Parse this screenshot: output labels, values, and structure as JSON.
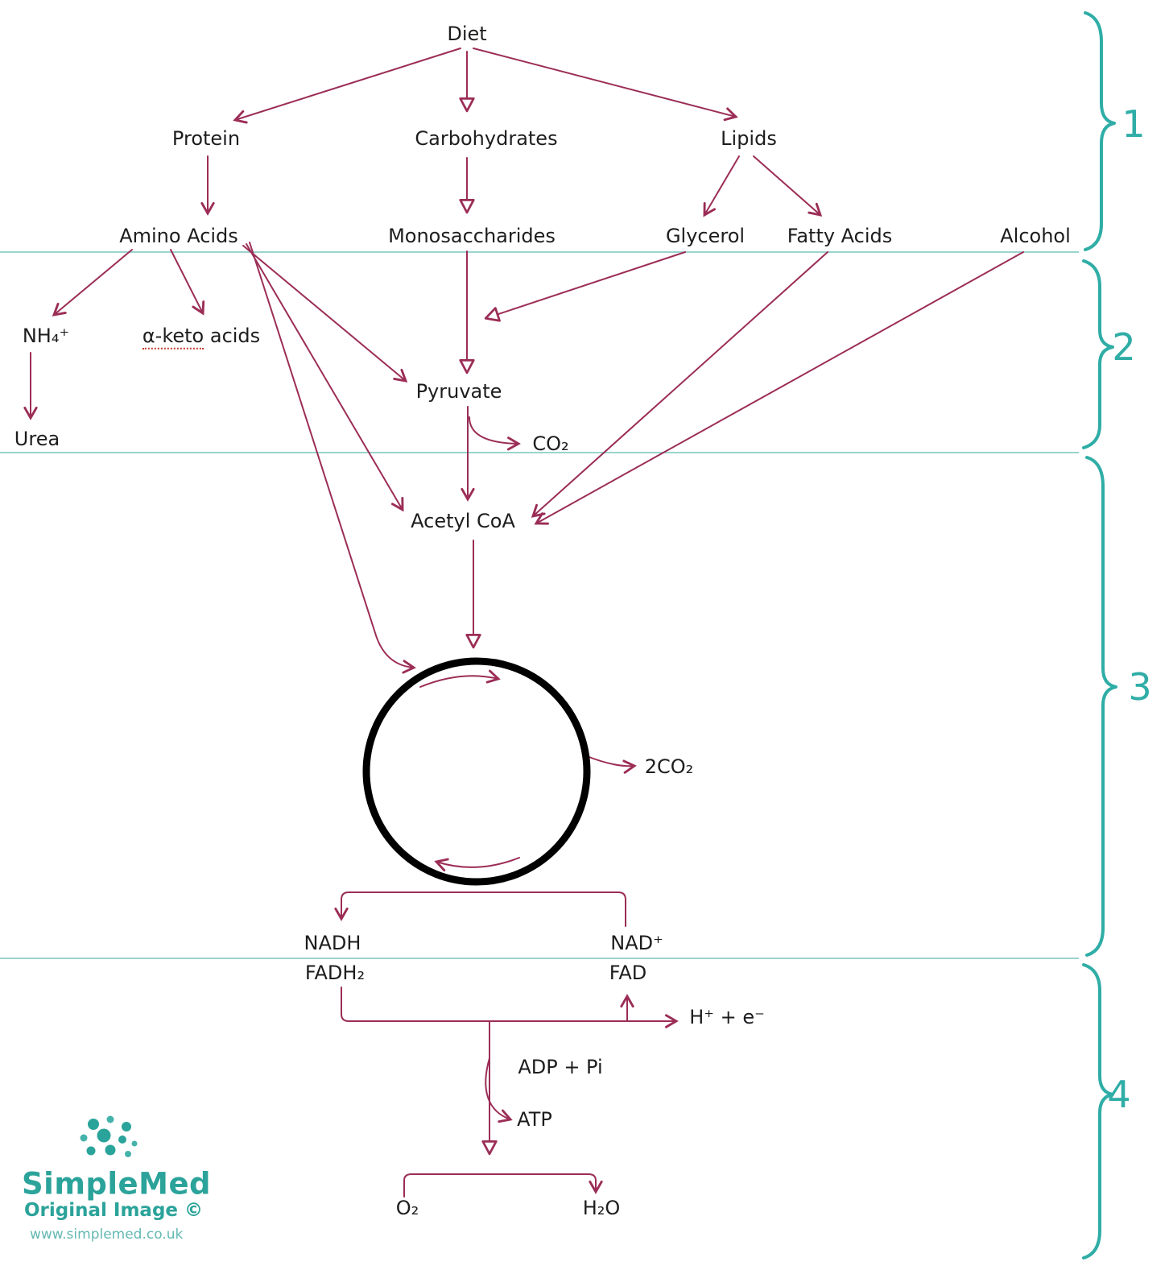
{
  "colors": {
    "arrow": "#9b2d56",
    "label_text": "#1d1d1f",
    "divider_line": "#9ad3cf",
    "brace_and_stage_numbers": "#2fada6",
    "cycle_circle": "#000000",
    "brand": "#2ba39a",
    "url_text": "#63b9b2"
  },
  "nodes": {
    "diet": "Diet",
    "protein": "Protein",
    "carbohydrates": "Carbohydrates",
    "lipids": "Lipids",
    "amino_acids": "Amino Acids",
    "monosaccharides": "Monosaccharides",
    "glycerol": "Glycerol",
    "fatty_acids": "Fatty Acids",
    "alcohol": "Alcohol",
    "ammonium": "NH₄⁺",
    "keto_prefix": "α-keto",
    "keto_suffix": " acids",
    "urea": "Urea",
    "pyruvate": "Pyruvate",
    "co2": "CO₂",
    "acetyl_coa": "Acetyl CoA",
    "two_co2": "2CO₂",
    "nadh": "NADH",
    "fadh2": "FADH₂",
    "nad_plus": "NAD⁺",
    "fad": "FAD",
    "h_plus_e": "H⁺ + e⁻",
    "adp_pi": "ADP + Pi",
    "atp": "ATP",
    "o2": "O₂",
    "h2o": "H₂O"
  },
  "stages": [
    "1",
    "2",
    "3",
    "4"
  ],
  "footer": {
    "brand": "SimpleMed",
    "caption": "Original Image ©",
    "url": "www.simplemed.co.uk"
  }
}
